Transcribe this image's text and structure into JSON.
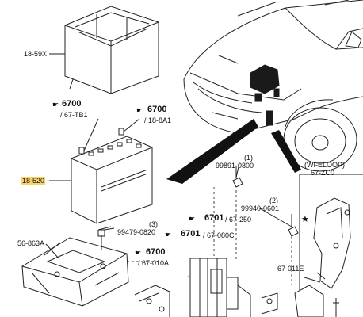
{
  "labels": {
    "tray_cover": "18-59X",
    "battery": "18-520",
    "bracket": "56-863A",
    "ref_6700_a": "6700",
    "ref_67tb1": "/ 67-TB1",
    "ref_6700_b": "6700",
    "ref_188a1": "/ 18-8A1",
    "ref_6700_c": "6700",
    "ref_67010a": "/ 67-010A",
    "ref_6701_a": "6701",
    "ref_67250": "/ 67-250",
    "ref_6701_b": "6701",
    "ref_67080c": "/ 67-080C",
    "callout_1": "(1)",
    "part_99891": "99891-0800",
    "callout_2": "(2)",
    "part_99940": "99940-0601",
    "callout_3": "(3)",
    "part_99479": "99479-0820",
    "eloop_title": "(WI-ELOOP)",
    "eloop_code": "67-ZC0",
    "part_67011e": "67-011E",
    "star": "★"
  },
  "colors": {
    "highlight": "#f6d36b",
    "line": "#222222"
  }
}
